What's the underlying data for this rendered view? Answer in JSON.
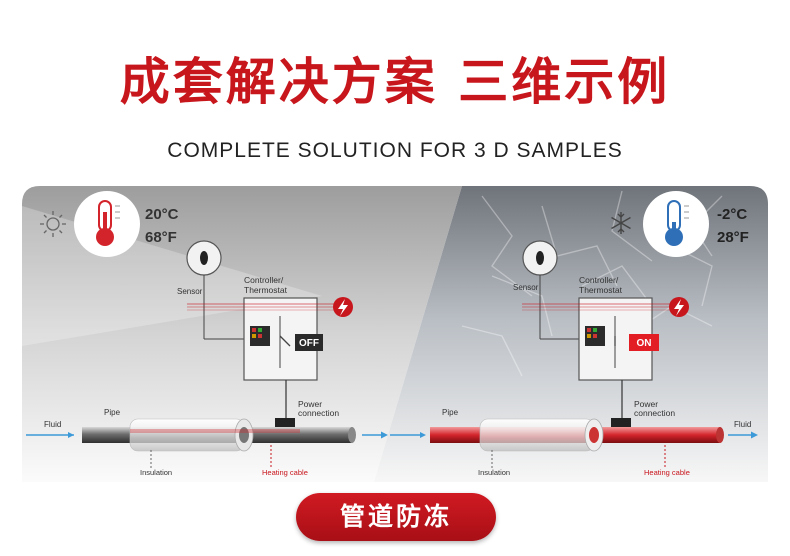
{
  "title": "成套解决方案 三维示例",
  "subtitle": "COMPLETE SOLUTION FOR 3 D SAMPLES",
  "left_panel": {
    "temp_c": "20°C",
    "temp_f": "68°F",
    "sensor": "Sensor",
    "controller_line1": "Controller/",
    "controller_line2": "Thermostat",
    "switch_state": "OFF",
    "power_line1": "Power",
    "power_line2": "connection",
    "fluid": "Fluid",
    "pipe": "Pipe",
    "insulation": "Insulation",
    "heating_cable": "Heating cable"
  },
  "right_panel": {
    "temp_c": "-2°C",
    "temp_f": "28°F",
    "sensor": "Sensor",
    "controller_line1": "Controller/",
    "controller_line2": "Thermostat",
    "switch_state": "ON",
    "power_line1": "Power",
    "power_line2": "connection",
    "fluid": "Fluid",
    "pipe": "Pipe",
    "insulation": "Insulation",
    "heating_cable": "Heating cable"
  },
  "badge": "管道防冻",
  "colors": {
    "brand_red": "#c8161d",
    "hot_red": "#d3242b",
    "cold_blue": "#2f6fb7",
    "arrow_blue": "#3d9ad8"
  }
}
